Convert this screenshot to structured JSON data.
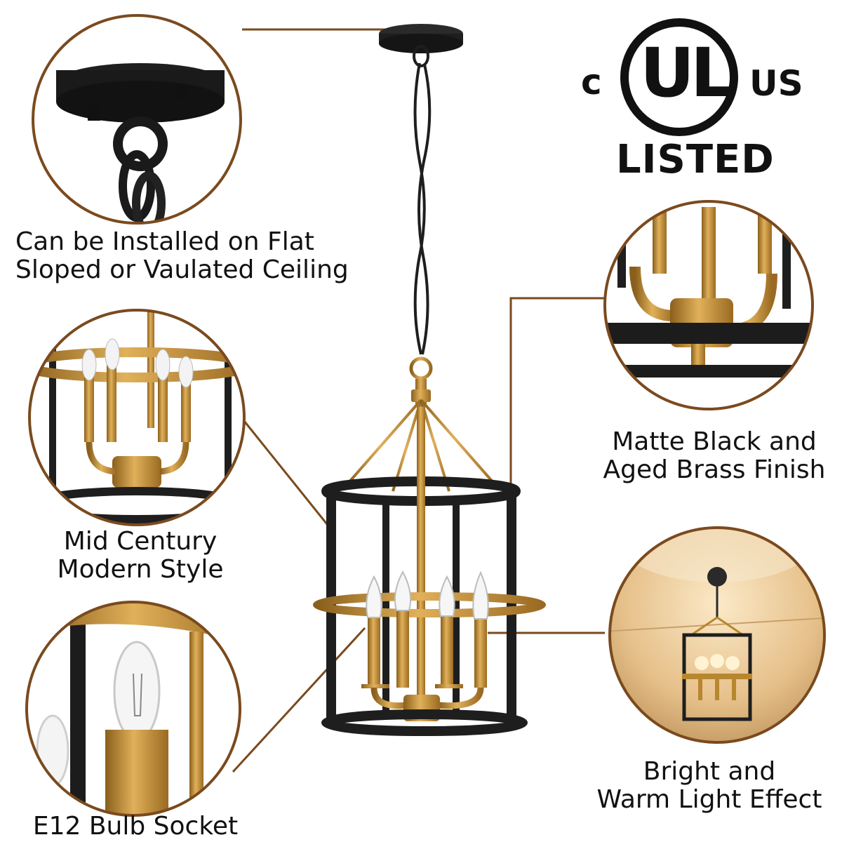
{
  "logo": {
    "left": "c",
    "center": "UL",
    "right": "US",
    "mark": "®",
    "bottom": "LISTED"
  },
  "callouts": [
    {
      "line1": "Can be Installed on Flat",
      "line2": "Sloped or Vaulated Ceiling"
    },
    {
      "line1": "Matte Black and",
      "line2": "Aged Brass Finish"
    },
    {
      "line1": "Mid Century",
      "line2": "Modern Style"
    },
    {
      "line1": "Bright and",
      "line2": "Warm Light Effect"
    },
    {
      "line1": "E12 Bulb Socket"
    }
  ],
  "colors": {
    "brass": "#b8862f",
    "black": "#1e1e1e",
    "leader": "#7a4a1e"
  }
}
